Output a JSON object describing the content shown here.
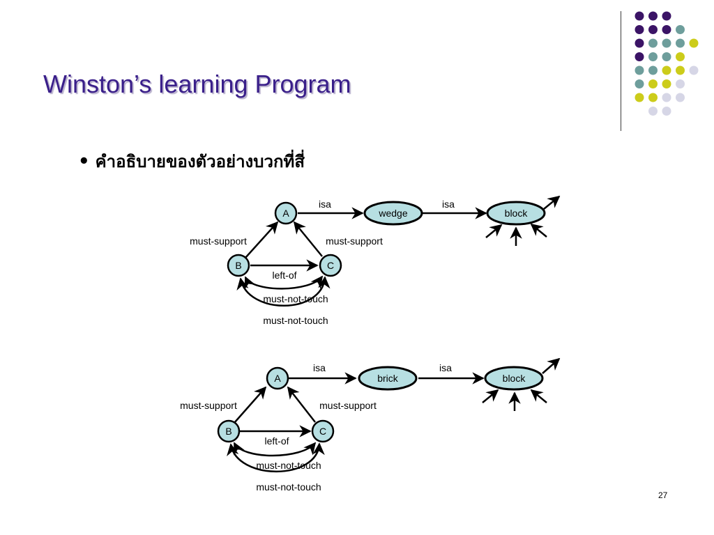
{
  "slide": {
    "title": "Winston’s learning Program",
    "bullet": "คำอธิบายของตัวอย่างบวกที่สี่",
    "page_number": "27"
  },
  "colors": {
    "title": "#3a1f8a",
    "node_fill": "#b7dfe2",
    "dot_purple": "#3b1466",
    "dot_teal": "#6e9e9c",
    "dot_yellow": "#cccc1a",
    "dot_lavender": "#d6d6e6"
  },
  "decorative_dots": {
    "rows": [
      [
        "purple",
        "purple",
        "purple"
      ],
      [
        "purple",
        "purple",
        "purple",
        "teal"
      ],
      [
        "purple",
        "teal",
        "teal",
        "teal",
        "yellow"
      ],
      [
        "purple",
        "teal",
        "teal",
        "yellow"
      ],
      [
        "teal",
        "teal",
        "yellow",
        "yellow",
        "lavender"
      ],
      [
        "teal",
        "yellow",
        "yellow",
        "lavender"
      ],
      [
        "yellow",
        "yellow",
        "lavender",
        "lavender"
      ],
      [
        "lavender",
        "lavender"
      ]
    ]
  },
  "diagram_top": {
    "nodes": {
      "a": "A",
      "b": "B",
      "c": "C",
      "middle": "wedge",
      "right": "block"
    },
    "edges": {
      "a_to_middle": "isa",
      "middle_to_right": "isa",
      "b_to_a": "must-support",
      "c_to_a": "must-support",
      "b_to_c": "left-of",
      "inner_loop": "must-not-touch",
      "outer_loop": "must-not-touch"
    }
  },
  "diagram_bottom": {
    "nodes": {
      "a": "A",
      "b": "B",
      "c": "C",
      "middle": "brick",
      "right": "block"
    },
    "edges": {
      "a_to_middle": "isa",
      "middle_to_right": "isa",
      "b_to_a": "must-support",
      "c_to_a": "must-support",
      "b_to_c": "left-of",
      "inner_loop": "must-not-touch",
      "outer_loop": "must-not-touch"
    }
  }
}
